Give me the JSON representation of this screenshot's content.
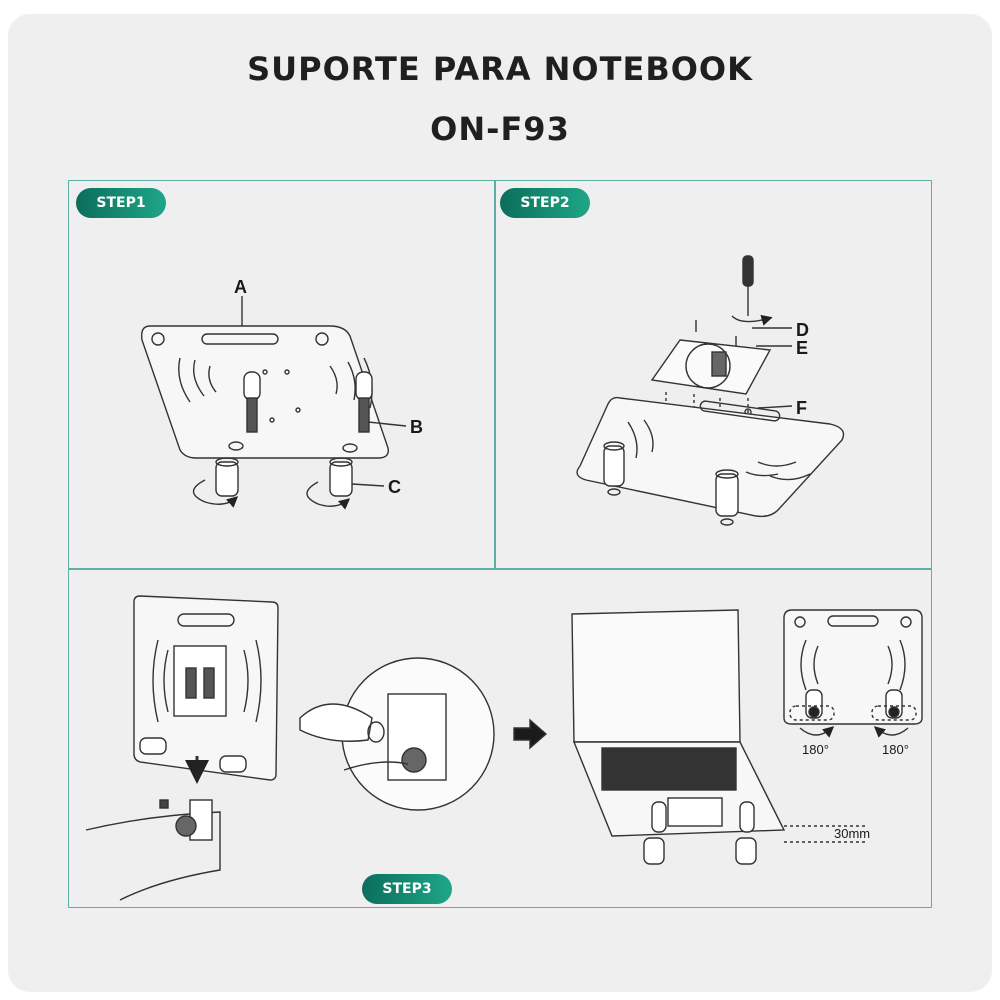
{
  "title_line1": "SUPORTE PARA NOTEBOOK",
  "title_line2": "ON-F93",
  "steps": {
    "step1": "STEP1",
    "step2": "STEP2",
    "step3": "STEP3"
  },
  "labels": {
    "a": "A",
    "b": "B",
    "c": "C",
    "d": "D",
    "e": "E",
    "f": "F"
  },
  "rotation_left": "180°",
  "rotation_right": "180°",
  "height_label": "30mm",
  "colors": {
    "panel_border": "#5fb0a4",
    "badge_start": "#0b6e5c",
    "badge_end": "#1fa687"
  }
}
